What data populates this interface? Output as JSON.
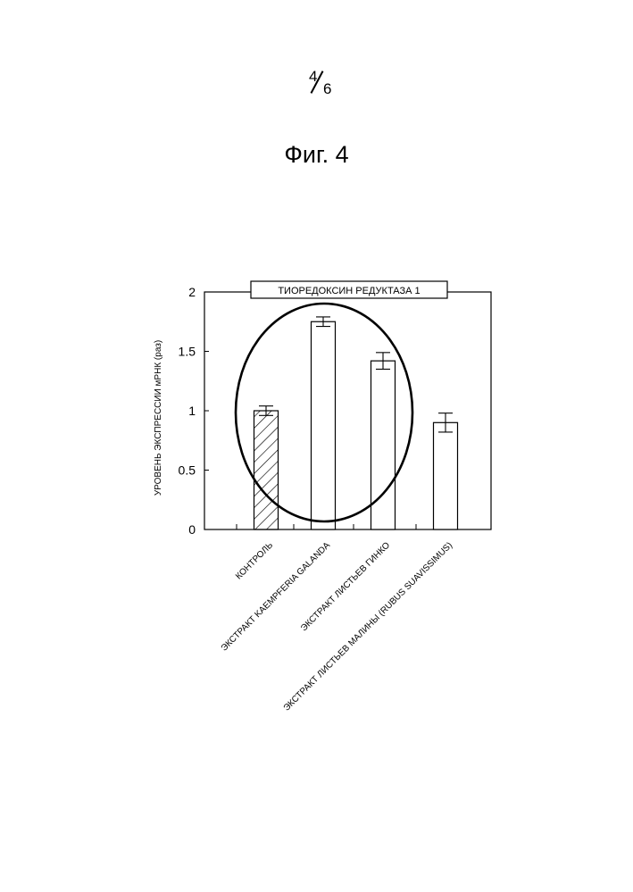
{
  "page": {
    "number": "4",
    "total": "6",
    "figure_title": "Фиг. 4"
  },
  "chart_data": {
    "type": "bar",
    "title": "ТИОРЕДОКСИН РЕДУКТАЗА 1",
    "xlabel": "",
    "ylabel": "УРОВЕНЬ ЭКСПРЕССИИ мРНК (раз)",
    "ylim": [
      0,
      2
    ],
    "yticks": [
      "0",
      "0.5",
      "1",
      "1.5",
      "2"
    ],
    "yticks_values": [
      0,
      0.5,
      1,
      1.5,
      2
    ],
    "grid": false,
    "categories": [
      "КОНТРОЛЬ",
      "ЭКСТРАКТ KAEMPFERIA GALANDA",
      "ЭКСТРАКТ ЛИСТЬЕВ ГИНКО",
      "ЭКСТРАКТ ЛИСТЬЕВ МАЛИНЫ (RUBUS SUAVISSIMUS)"
    ],
    "values": [
      1.0,
      1.75,
      1.42,
      0.9
    ],
    "errors": [
      0.04,
      0.04,
      0.07,
      0.08
    ],
    "fills": [
      "hatched",
      "white",
      "white",
      "white"
    ],
    "annotation": "ellipse circling first three bars"
  }
}
